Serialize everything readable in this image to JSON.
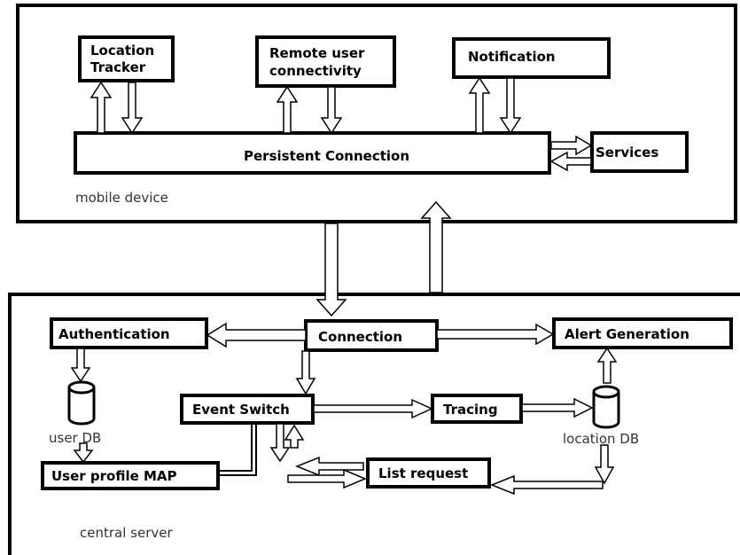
{
  "mobile_device": {
    "caption": "mobile device",
    "location_tracker": [
      "Location",
      "Tracker"
    ],
    "remote_user": [
      "Remote user",
      "connectivity"
    ],
    "notification": "Notification",
    "persistent_connection": "Persistent Connection",
    "services": "Services"
  },
  "central_server": {
    "caption": "central server",
    "authentication": "Authentication",
    "connection": "Connection",
    "alert_generation": "Alert Generation",
    "event_switch": "Event Switch",
    "tracing": "Tracing",
    "list_request": "List request",
    "user_profile_map": "User profile MAP",
    "user_db": "user DB",
    "location_db": "location DB"
  }
}
